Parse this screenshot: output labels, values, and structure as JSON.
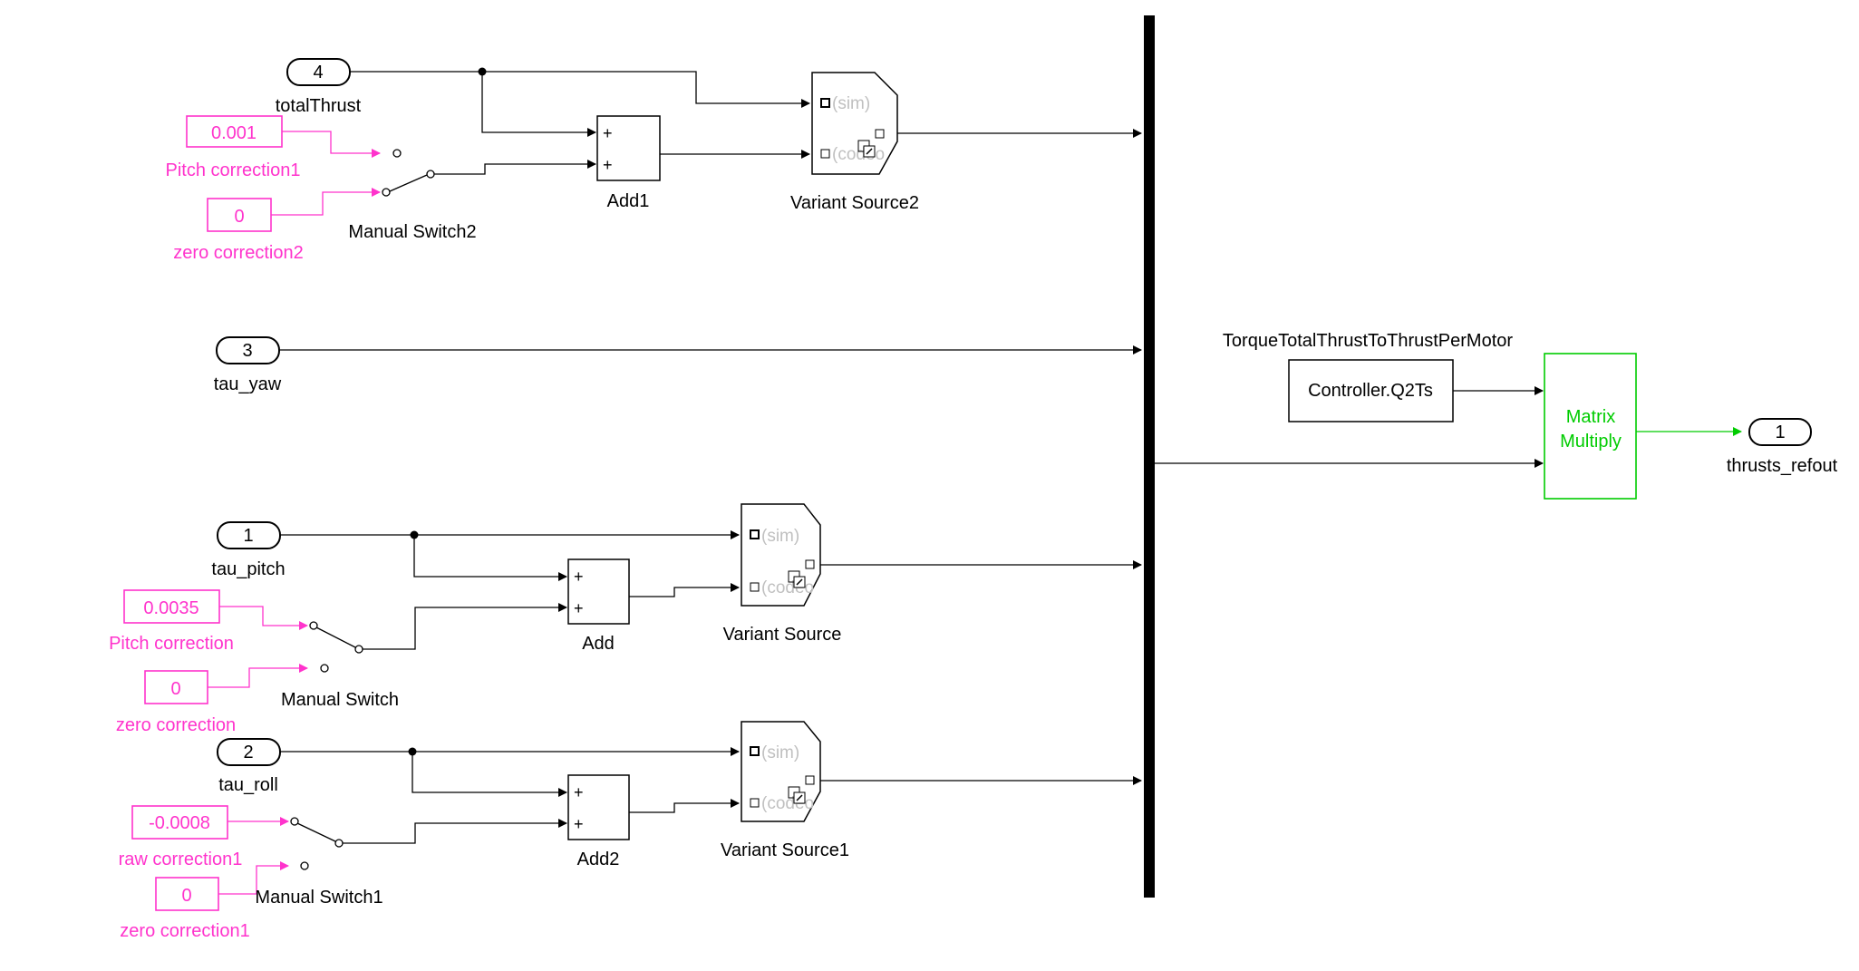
{
  "colors": {
    "default": "#000000",
    "constant": "#ff33cc",
    "highlight": "#00cc00",
    "variant_label": "#c0c0c0"
  },
  "icons": {
    "switch": "manual-switch-icon",
    "variant": "variant-source-icon",
    "bus": "mux-bar-icon",
    "arrow": "signal-arrow-icon"
  },
  "inports": [
    {
      "id": "totalThrust",
      "number": "4",
      "label": "totalThrust"
    },
    {
      "id": "tau_yaw",
      "number": "3",
      "label": "tau_yaw"
    },
    {
      "id": "tau_pitch",
      "number": "1",
      "label": "tau_pitch"
    },
    {
      "id": "tau_roll",
      "number": "2",
      "label": "tau_roll"
    }
  ],
  "outport": {
    "number": "1",
    "label": "thrusts_refout"
  },
  "constants": [
    {
      "id": "c1",
      "value": "0.001",
      "label": "Pitch correction1"
    },
    {
      "id": "c2",
      "value": "0",
      "label": "zero correction2"
    },
    {
      "id": "c3",
      "value": "0.0035",
      "label": "Pitch correction"
    },
    {
      "id": "c4",
      "value": "0",
      "label": "zero correction"
    },
    {
      "id": "c5",
      "value": "-0.0008",
      "label": "raw correction1"
    },
    {
      "id": "c6",
      "value": "0",
      "label": "zero correction1"
    }
  ],
  "adders": [
    {
      "id": "add1",
      "label": "Add1",
      "in1": "+",
      "in2": "+"
    },
    {
      "id": "add",
      "label": "Add",
      "in1": "+",
      "in2": "+"
    },
    {
      "id": "add2",
      "label": "Add2",
      "in1": "+",
      "in2": "+"
    }
  ],
  "switches": [
    {
      "id": "sw2",
      "label": "Manual Switch2"
    },
    {
      "id": "sw",
      "label": "Manual Switch"
    },
    {
      "id": "sw1",
      "label": "Manual Switch1"
    }
  ],
  "variants": [
    {
      "id": "vs2",
      "label": "Variant Source2",
      "port1": "(sim)",
      "port2": "(codeo"
    },
    {
      "id": "vs",
      "label": "Variant Source",
      "port1": "(sim)",
      "port2": "(codeo"
    },
    {
      "id": "vs1",
      "label": "Variant Source1",
      "port1": "(sim)",
      "port2": "(codeo"
    }
  ],
  "gain": {
    "value": "Controller.Q2Ts",
    "label": "TorqueTotalThrustToThrustPerMotor"
  },
  "matmul": {
    "line1": "Matrix",
    "line2": "Multiply"
  }
}
